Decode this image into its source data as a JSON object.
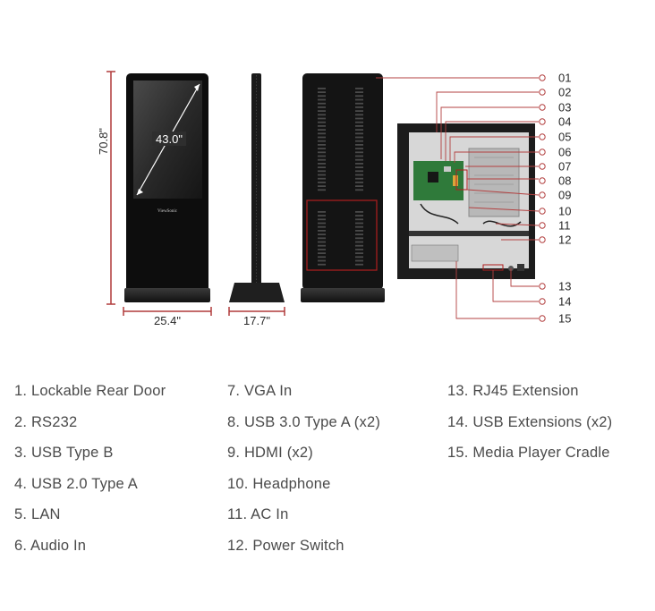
{
  "dimensions": {
    "height": "70.8\"",
    "screen_diagonal": "43.0\"",
    "width": "25.4\"",
    "depth": "17.7\""
  },
  "brand": "ViewSonic",
  "callouts": [
    "01",
    "02",
    "03",
    "04",
    "05",
    "06",
    "07",
    "08",
    "09",
    "10",
    "11",
    "12",
    "13",
    "14",
    "15"
  ],
  "legend": {
    "col1": [
      "1. Lockable Rear Door",
      "2. RS232",
      "3. USB Type B",
      "4. USB 2.0 Type A",
      "5. LAN",
      "6. Audio In"
    ],
    "col2": [
      "7. VGA In",
      "8. USB 3.0 Type A (x2)",
      "9. HDMI (x2)",
      "10. Headphone",
      "11. AC In",
      "12. Power Switch"
    ],
    "col3": [
      "13. RJ45 Extension",
      "14. USB Extensions (x2)",
      "15. Media Player Cradle"
    ]
  },
  "colors": {
    "dimension_line": "#b03a3a",
    "highlight_box": "#b01e1e",
    "callout_line": "#b34040",
    "body": "#111111"
  }
}
